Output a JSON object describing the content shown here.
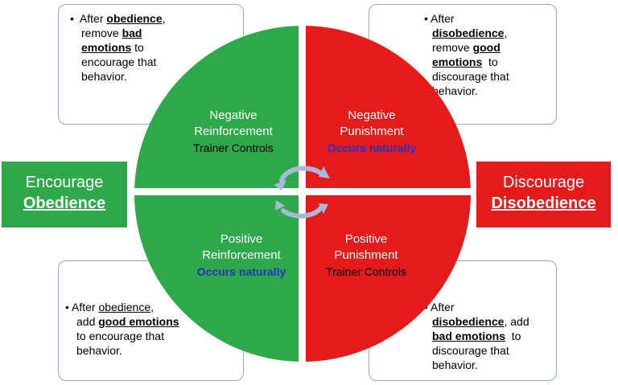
{
  "boxes": {
    "top_left": {
      "l1_pre": "After ",
      "l1_word": "obedience",
      "l1_post": ",",
      "l2_pre": "remove ",
      "l2_word": "bad",
      "l3_word": "emotions",
      "l3_post": " to",
      "l4": "encourage that",
      "l5": "behavior."
    },
    "top_right": {
      "l1": "After",
      "l2_word": "disobedience",
      "l2_post": ",",
      "l3_pre": "remove ",
      "l3_word": "good",
      "l4_word": "emotions",
      "l4_post": "  to",
      "l5": "discourage that",
      "l6": "behavior."
    },
    "bottom_left": {
      "l1_pre": "After ",
      "l1_word": "obedience",
      "l1_post": ",",
      "l2_pre": "add ",
      "l2_word": "good emotions",
      "l3": "to encourage that",
      "l4": "behavior."
    },
    "bottom_right": {
      "l1": "After",
      "l2_word": "disobedience",
      "l2_post": ", add",
      "l3_word": "bad emotions",
      "l3_post": "  to",
      "l4": "discourage that",
      "l5": "behavior."
    }
  },
  "bullet": "•",
  "quadrants": {
    "negative_reinforcement": {
      "line1": "Negative",
      "line2": "Reinforcement",
      "line3": "Trainer Controls"
    },
    "negative_punishment": {
      "line1": "Negative",
      "line2": "Punishment",
      "line3": "Occurs naturally"
    },
    "positive_reinforcement": {
      "line1": "Positive",
      "line2": "Reinforcement",
      "line3": "Occurs naturally"
    },
    "positive_punishment": {
      "line1": "Positive",
      "line2": "Punishment",
      "line3": "Trainer Controls"
    }
  },
  "sides": {
    "encourage": {
      "line1": "Encourage",
      "line2": "Obedience"
    },
    "discourage": {
      "line1": "Discourage",
      "line2": "Disobedience"
    }
  },
  "colors": {
    "green": "#2ea84a",
    "red": "#e51a1a",
    "box_border": "#8eaadb",
    "arrow": "#a7b8d8",
    "blue_text": "#2233cc"
  }
}
